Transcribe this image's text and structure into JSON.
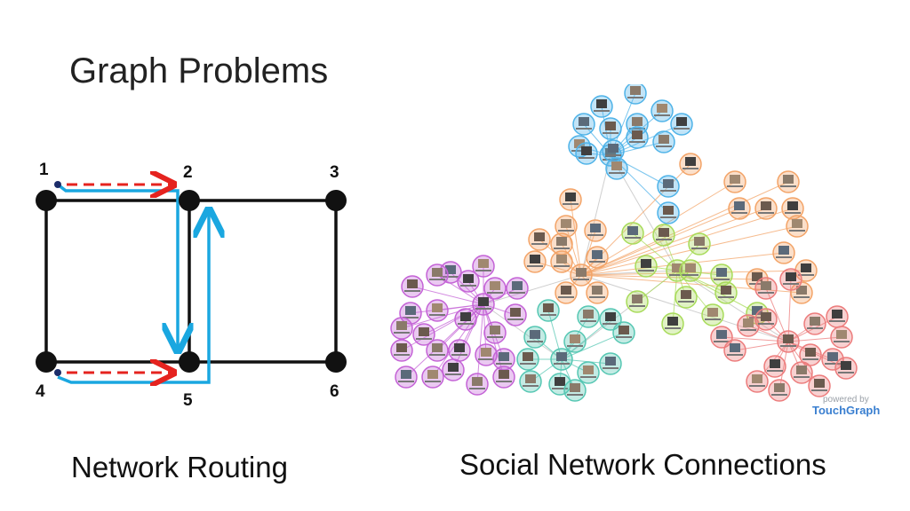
{
  "slide": {
    "title": "Graph Problems",
    "left_caption": "Network Routing",
    "right_caption": "Social Network Connections"
  },
  "routing_graph": {
    "nodes": [
      {
        "id": "1",
        "label": "1"
      },
      {
        "id": "2",
        "label": "2"
      },
      {
        "id": "3",
        "label": "3"
      },
      {
        "id": "4",
        "label": "4"
      },
      {
        "id": "5",
        "label": "5"
      },
      {
        "id": "6",
        "label": "6"
      }
    ],
    "colors": {
      "edge": "#111111",
      "route": "#1aa7e0",
      "dashed": "#e5231f"
    }
  },
  "social_graph": {
    "watermark_powered": "powered by",
    "watermark_brand": "TouchGraph",
    "cluster_colors": {
      "blue": "#4fb3e8",
      "orange": "#f3a468",
      "purple": "#c463d6",
      "green": "#a8db5a",
      "teal": "#56c7b3",
      "red": "#ec7c7c"
    }
  }
}
